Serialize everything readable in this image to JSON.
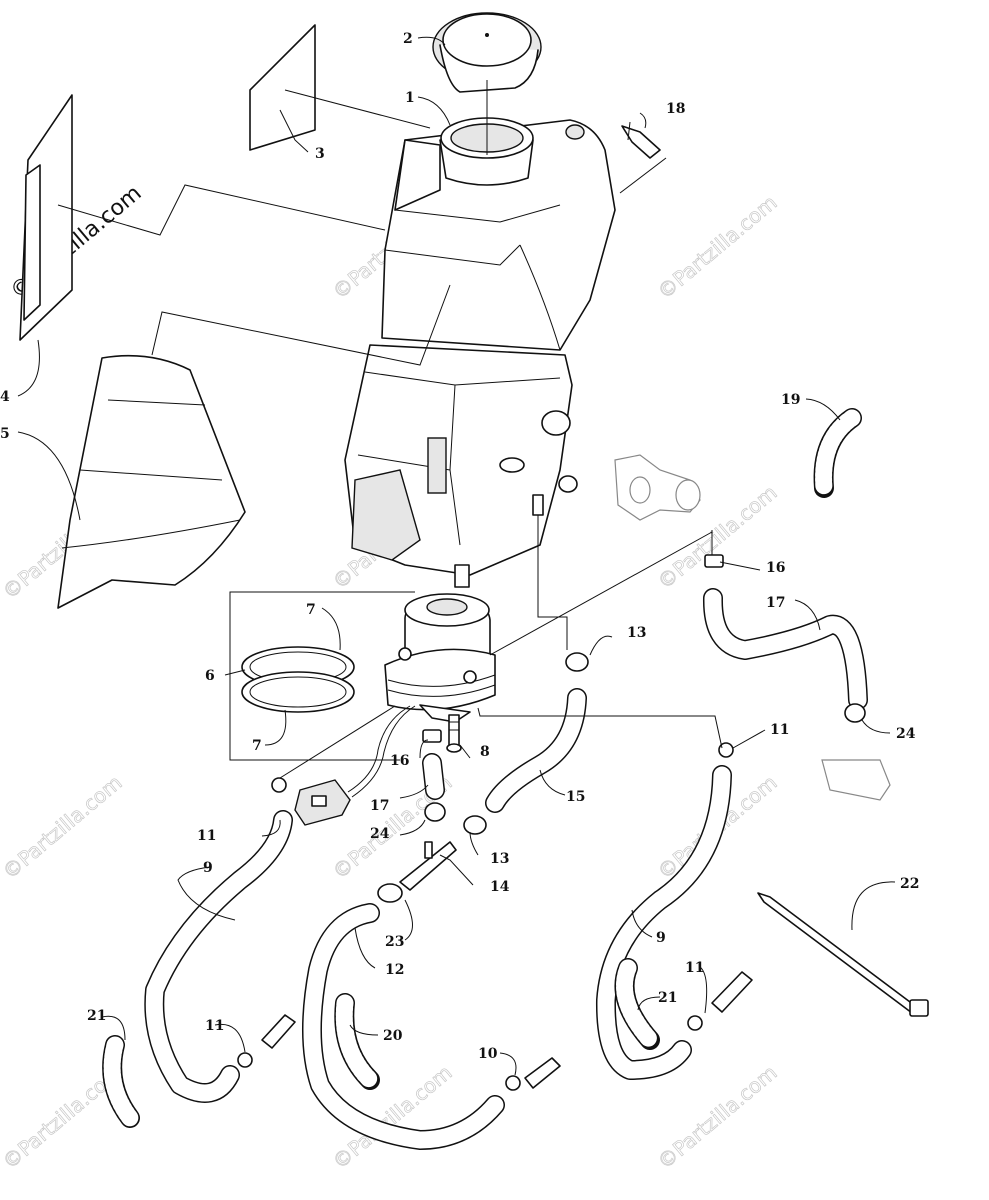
{
  "watermark_text": "©Partzilla.com",
  "callouts": [
    "1",
    "2",
    "3",
    "4",
    "5",
    "6",
    "7",
    "7",
    "8",
    "9",
    "9",
    "10",
    "11",
    "11",
    "11",
    "11",
    "12",
    "13",
    "13",
    "14",
    "15",
    "16",
    "16",
    "17",
    "17",
    "18",
    "19",
    "20",
    "21",
    "21",
    "22",
    "23",
    "24",
    "24"
  ]
}
